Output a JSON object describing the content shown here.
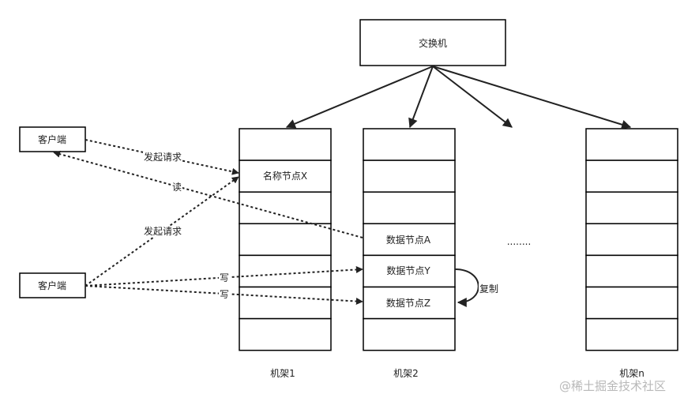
{
  "switch": {
    "label": "交换机"
  },
  "clients": [
    {
      "label": "客户端"
    },
    {
      "label": "客户端"
    }
  ],
  "racks": [
    {
      "label": "机架1",
      "cells": [
        "",
        "名称节点X",
        "",
        "",
        "",
        "",
        ""
      ]
    },
    {
      "label": "机架2",
      "cells": [
        "",
        "",
        "",
        "数据节点A",
        "数据节点Y",
        "数据节点Z",
        ""
      ]
    },
    {
      "label": "机架n",
      "cells": [
        "",
        "",
        "",
        "",
        "",
        "",
        ""
      ]
    }
  ],
  "ellipsis": "........",
  "edges": {
    "request1": "发起请求",
    "read": "读",
    "request2": "发起请求",
    "write1": "写",
    "write2": "写",
    "replicate": "复制"
  },
  "watermark": "@稀土掘金技术社区",
  "colors": {
    "line": "#222222",
    "stroke": "#000000",
    "fill": "#ffffff"
  }
}
